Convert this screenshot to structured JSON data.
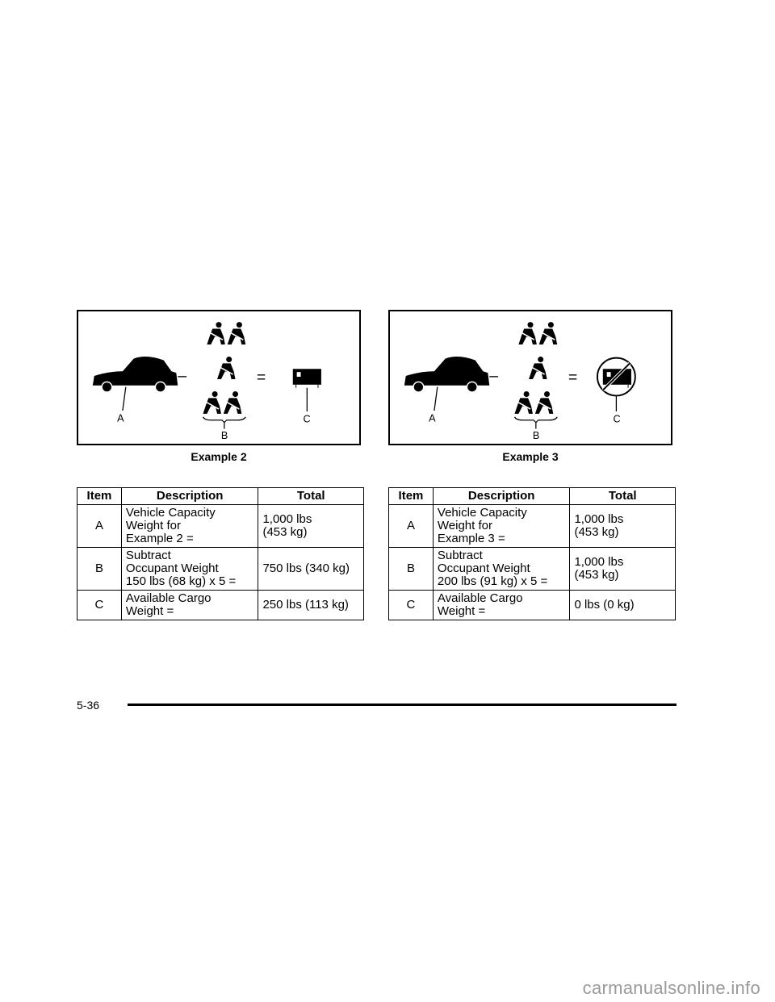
{
  "examples": [
    {
      "caption": "Example 2",
      "labels": {
        "a": "A",
        "b": "B",
        "c": "C"
      },
      "operators": {
        "minus": "–",
        "equals": "="
      },
      "table": {
        "headers": [
          "Item",
          "Description",
          "Total"
        ],
        "rows": [
          {
            "item": "A",
            "desc": [
              "Vehicle Capacity",
              "Weight for",
              "Example 2 ="
            ],
            "total": [
              "1,000 lbs",
              "(453 kg)"
            ]
          },
          {
            "item": "B",
            "desc": [
              "Subtract",
              "Occupant Weight",
              "150 lbs (68 kg) x 5 ="
            ],
            "total": [
              "750 lbs (340 kg)"
            ]
          },
          {
            "item": "C",
            "desc": [
              "Available Cargo",
              "Weight ="
            ],
            "total": [
              "250 lbs (113 kg)"
            ]
          }
        ]
      }
    },
    {
      "caption": "Example 3",
      "labels": {
        "a": "A",
        "b": "B",
        "c": "C"
      },
      "operators": {
        "minus": "–",
        "equals": "="
      },
      "table": {
        "headers": [
          "Item",
          "Description",
          "Total"
        ],
        "rows": [
          {
            "item": "A",
            "desc": [
              "Vehicle Capacity",
              "Weight for",
              "Example 3 ="
            ],
            "total": [
              "1,000 lbs",
              "(453 kg)"
            ]
          },
          {
            "item": "B",
            "desc": [
              "Subtract",
              "Occupant Weight",
              "200 lbs (91 kg) x 5 ="
            ],
            "total": [
              "1,000 lbs",
              "(453 kg)"
            ]
          },
          {
            "item": "C",
            "desc": [
              "Available Cargo",
              "Weight ="
            ],
            "total": [
              "0 lbs (0 kg)"
            ]
          }
        ]
      }
    }
  ],
  "footer": {
    "page_number": "5-36"
  },
  "watermark": "carmanualsonline.info"
}
